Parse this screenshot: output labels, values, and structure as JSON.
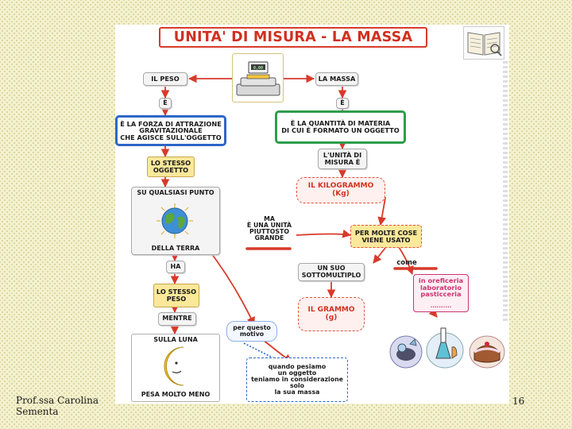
{
  "map": {
    "title": "UNITA' DI MISURA - LA MASSA",
    "peso": "IL PESO",
    "massa": "LA MASSA",
    "e_left": "È",
    "e_right": "È",
    "forza": "È LA FORZA DI ATTRAZIONE\nGRAVITAZIONALE\nCHE AGISCE SULL'OGGETTO",
    "quantita": "È LA QUANTITÀ DI MATERIA\nDI CUI È FORMATO UN OGGETTO",
    "stesso_oggetto": "LO STESSO\nOGGETTO",
    "unita_misura": "L'UNITÀ DI\nMISURA È",
    "qualsiasi_punto": "SU QUALSIASI PUNTO",
    "kilogrammo": "IL  KILOGRAMMO\n(Kg)",
    "ma_grande": "MA\nÈ UNA UNITÀ\nPIUTTOSTO\nGRANDE",
    "molte_cose": "PER MOLTE COSE\nVIENE USATO",
    "della_terra": "DELLA TERRA",
    "ha": "HA",
    "sottomultiplo": "UN SUO\nSOTTOMULTIPLO",
    "come": "come",
    "stesso_peso": "LO STESSO\nPESO",
    "oreficeria": "in oreficeria\nlaboratorio\npasticceria",
    "dots": "..........",
    "grammo": "IL GRAMMO\n(g)",
    "mentre": "MENTRE",
    "per_questo": "per questo\nmotivo",
    "sulla_luna": "SULLA LUNA",
    "quando": "quando pesiamo\nun oggetto\nteniamo in considerazione\nsolo\nla sua massa",
    "pesa_meno": "PESA MOLTO MENO",
    "scale_display": "0,00"
  },
  "footer": {
    "author": "Prof.ssa Carolina Sementa",
    "page_number": "16"
  },
  "colors": {
    "background": "#f4f1cf",
    "title_red": "#d0301f",
    "arrow_red": "#d83a2a",
    "blue_border": "#2e66c8",
    "green_border": "#2e9d4c",
    "magenta": "#c9366f",
    "yellow_fill": "#fbe89b",
    "gray_fill": "#f4f4f4"
  },
  "icons": [
    "balance-scale-icon",
    "book-icon",
    "earth-globe-icon",
    "crescent-moon-icon",
    "jewelry-icon",
    "lab-flask-icon",
    "cake-icon"
  ]
}
